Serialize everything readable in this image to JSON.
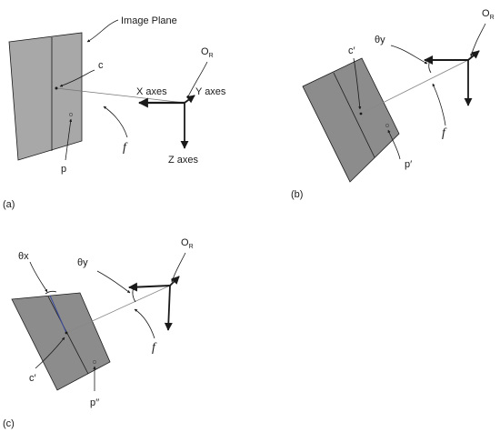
{
  "panel_a": {
    "tag": "(a)",
    "image_plane": "Image Plane",
    "c": "c",
    "p": "p",
    "f": "f",
    "x_axes": "X axes",
    "y_axes": "Y axes",
    "z_axes": "Z axes",
    "origin_main": "O",
    "origin_sub": "R"
  },
  "panel_b": {
    "tag": "(b)",
    "c": "c′",
    "p": "p′",
    "f": "f",
    "theta_y": "θy",
    "origin_main": "O",
    "origin_sub": "R"
  },
  "panel_c": {
    "tag": "(c)",
    "c": "c′",
    "p": "p′′",
    "f": "f",
    "theta_x": "θx",
    "theta_y": "θy",
    "origin_main": "O",
    "origin_sub": "R"
  },
  "colors": {
    "plane_fill_a": "#a8a8a8",
    "plane_fill_bc": "#8c8c8c",
    "stroke": "#1a1a1a",
    "ray": "#777777",
    "highlight": "#3b4a9a"
  }
}
